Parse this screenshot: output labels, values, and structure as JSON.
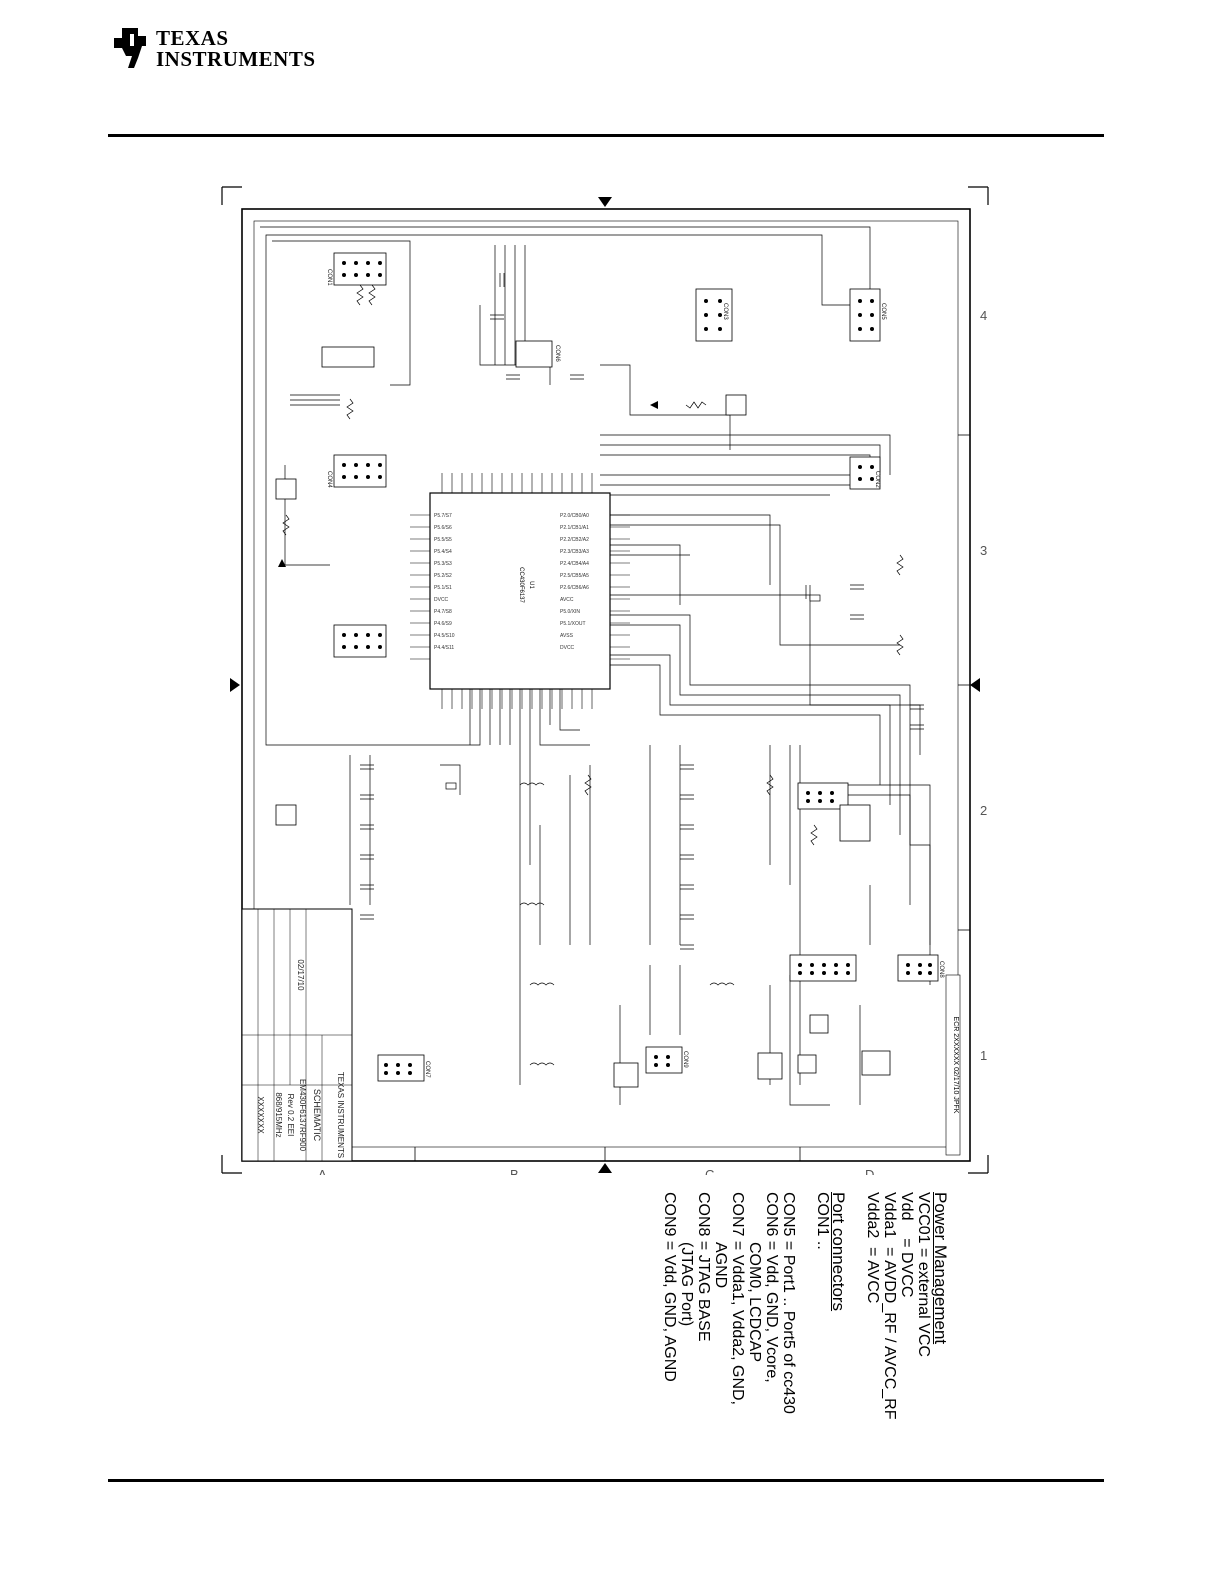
{
  "header": {
    "brand_line1": "Texas",
    "brand_line2": "Instruments",
    "brand_colors": {
      "logo": "#000000"
    }
  },
  "schematic": {
    "chip_label": "CC430F6137",
    "chip_ref": "U1",
    "title_block": {
      "company": "TEXAS INSTRUMENTS",
      "title": "SCHEMATIC",
      "board": "EM430F6137RF900",
      "rev": "Rev 0.2 EEI",
      "freq": "868/915MHz",
      "doc_no": "XXXXXXX",
      "date": "02/17/10",
      "rev_note": "ECR 2XXXXXX 02/17/10 JPFK"
    },
    "zone_numbers": [
      "4",
      "3",
      "2",
      "1"
    ],
    "zone_letters": [
      "A",
      "B",
      "C",
      "D"
    ],
    "connectors": [
      "CON1",
      "CON2",
      "CON3",
      "CON4",
      "CON5",
      "CON6",
      "CON7",
      "CON8",
      "CON9"
    ]
  },
  "legend": {
    "power_heading": "Power Management",
    "power_items": [
      "VCC01 = external VCC",
      "Vdd    = DVCC",
      "Vdda1  = AVDD_RF / AVCC_RF",
      "Vdda2  = AVCC"
    ],
    "port_heading": "Port connectors",
    "port_items": [
      "CON1 ..",
      "CON5 = Port1 .. Port5 of cc430",
      "CON6 = Vdd, GND, Vcore,",
      "COM0, LCDCAP",
      "CON7 = Vdda1, Vdda2, GND,",
      "AGND",
      "CON8 = JTAG BASE",
      "(JTAG Port)",
      "CON9 = Vdd, GND, AGND"
    ]
  }
}
